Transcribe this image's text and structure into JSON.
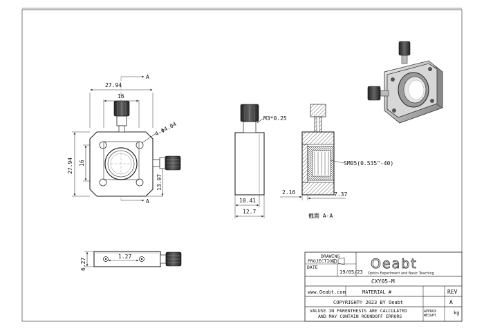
{
  "front_view": {
    "width_overall": "27.94",
    "width_inner": "16",
    "height_overall": "27.94",
    "height_inner": "16",
    "hole_callout": "4-Φ4.04",
    "offset": "13.97",
    "section_mark": "A"
  },
  "side_view": {
    "screw": "M3*0.25",
    "height": "10.41",
    "width": "12.7"
  },
  "section_view": {
    "thread": "SM05(0.535\"-40)",
    "offset_left": "2.16",
    "offset_right": "7.37",
    "caption": "截面 A-A"
  },
  "bottom_view": {
    "spacing": "1.27",
    "height": "6.27"
  },
  "title_block": {
    "projection_label_1": "DRAWING",
    "projection_label_2": "PROJECTION",
    "date_label": "DATE",
    "date": "19/05/23",
    "logo": "Oeabt",
    "company": "Optics Experiment and Basic Teaching",
    "part": "CXY05-M",
    "website": "www.Oeabt.com",
    "material": "MATERIAL #",
    "rev_label": "REV",
    "rev": "A",
    "copyright": "COPYRIGHT© 2023 BY Oeabt",
    "note_1": "VALUSE IN PARENTHESIS ARE CALCULATED",
    "note_2": "AND MAY CONTAIN ROUNDOFF ERRORS",
    "approx_1": "APPROX",
    "approx_2": "WEIGHT",
    "unit": "kg"
  }
}
